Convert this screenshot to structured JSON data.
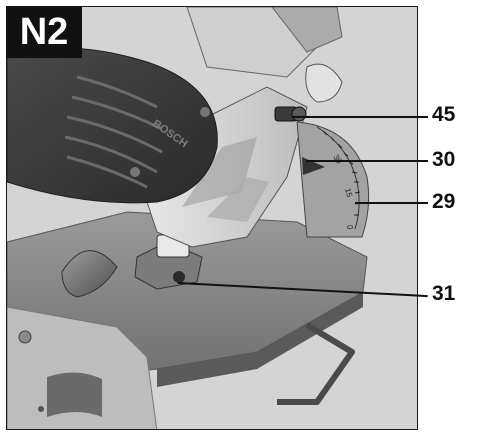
{
  "figure": {
    "badge_label": "N2",
    "callouts": [
      {
        "number": "45"
      },
      {
        "number": "30"
      },
      {
        "number": "29"
      },
      {
        "number": "31"
      }
    ],
    "brand_mark": "BOSCH",
    "scale_marks": [
      "30",
      "15",
      "0"
    ]
  }
}
